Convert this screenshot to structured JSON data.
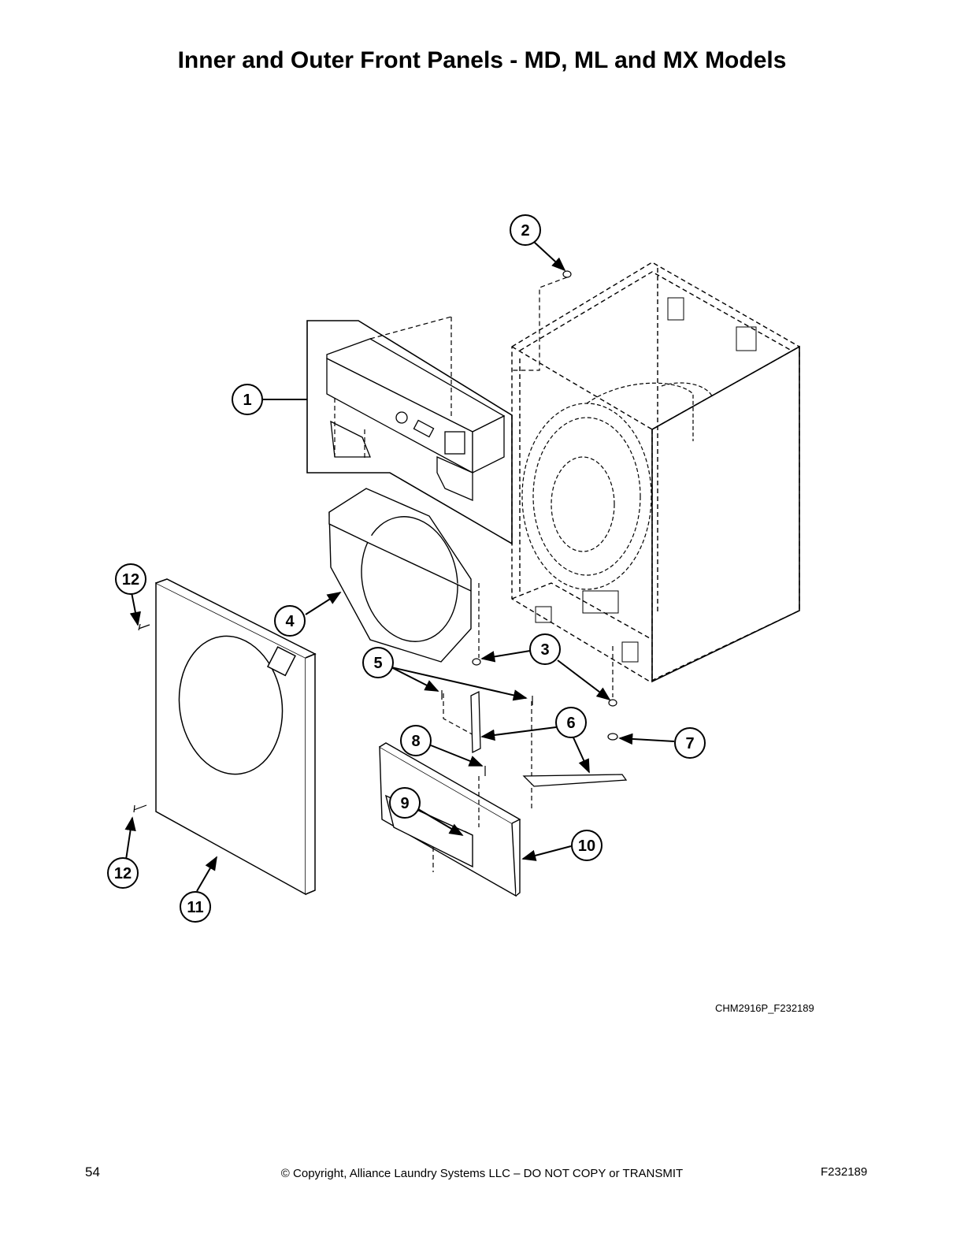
{
  "page": {
    "title": "Inner and Outer Front Panels - MD, ML and MX Models",
    "figure_id": "CHM2916P_F232189",
    "page_number": "54",
    "copyright": "© Copyright, Alliance Laundry Systems LLC – DO NOT COPY or TRANSMIT",
    "doc_code": "F232189"
  },
  "callouts": [
    "1",
    "2",
    "3",
    "4",
    "5",
    "6",
    "7",
    "8",
    "9",
    "10",
    "11",
    "12"
  ]
}
